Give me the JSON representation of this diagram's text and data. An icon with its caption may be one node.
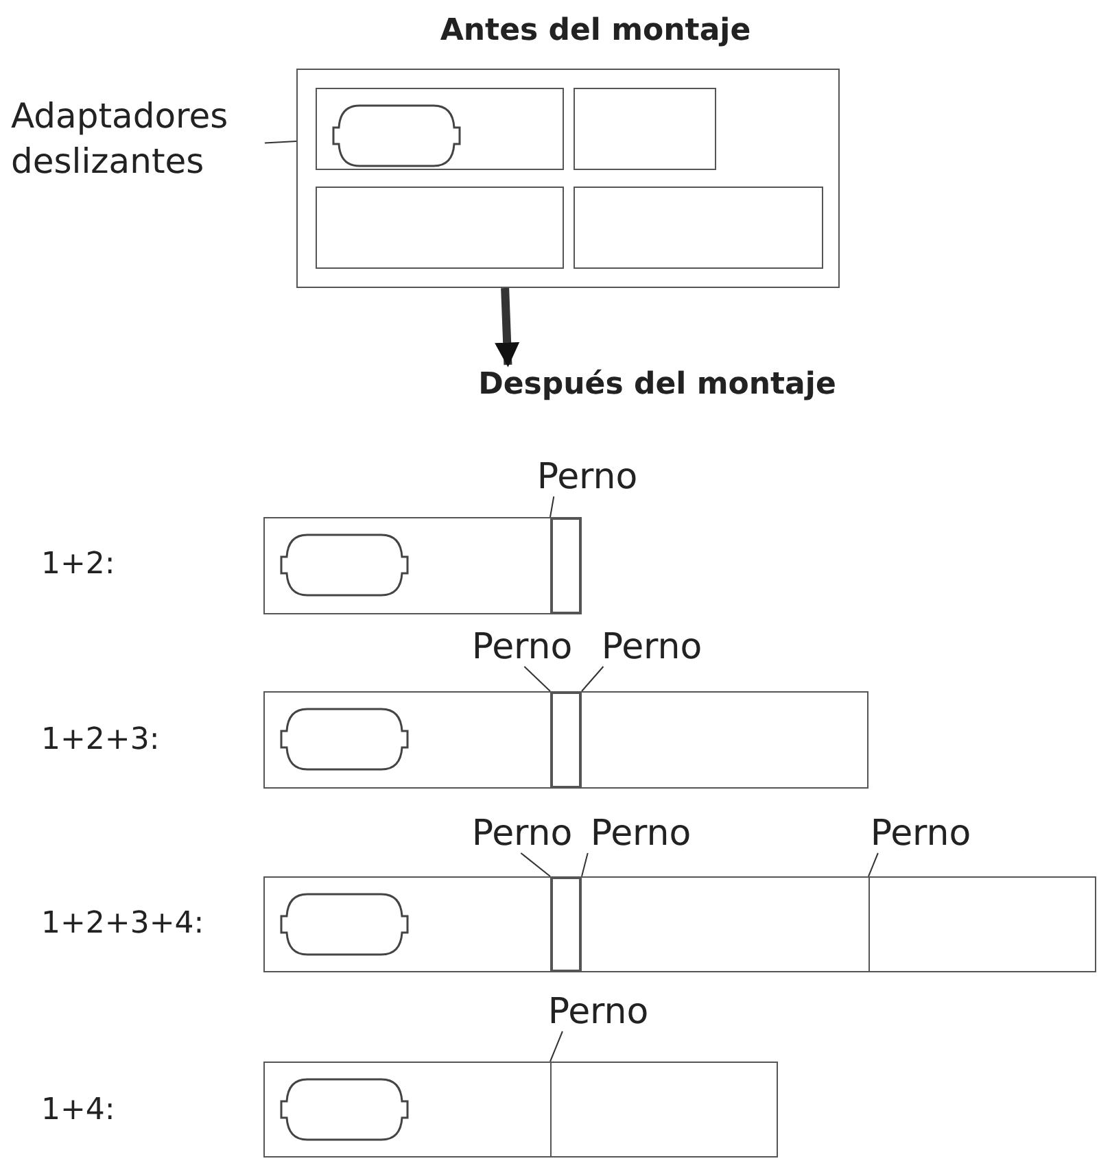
{
  "diagram": {
    "nodes": [
      {
        "text": [
          "Adaptadores deslizantes"
        ]
      },
      {
        "text": [
          "Antes del montaje"
        ]
      },
      {
        "text": [],
        "shape": "box",
        "in": 1
      },
      {
        "text": [],
        "shape": "box",
        "in": 1
      },
      {
        "text": [],
        "shape": "box",
        "in": 1
      },
      {
        "text": [],
        "shape": "box",
        "in": 1
      },
      {
        "text": [
          "Después del montaje"
        ]
      },
      {
        "text": [
          "Perno"
        ]
      },
      {
        "text": [],
        "shape": "box"
      },
      {
        "text": [],
        "shape": "box"
      },
      {
        "text": [
          "Perno"
        ]
      },
      {
        "text": [
          "Perno"
        ]
      },
      {
        "text": [],
        "shape": "box"
      },
      {
        "text": [],
        "shape": "box"
      },
      {
        "text": [],
        "shape": "box"
      },
      {
        "text": [
          "Perno"
        ]
      },
      {
        "text": [
          "Perno"
        ]
      },
      {
        "text": [
          "Perno"
        ]
      },
      {
        "text": [],
        "shape": "box"
      },
      {
        "text": [],
        "shape": "box"
      },
      {
        "text": [],
        "shape": "box"
      },
      {
        "text": [],
        "shape": "box"
      },
      {
        "text": [
          "Perno"
        ]
      },
      {
        "text": [],
        "shape": "box"
      },
      {
        "text": [],
        "shape": "box"
      }
    ],
    "edges": [
      {
        "from": 0,
        "to": 1,
        "arrow": "none"
      },
      {
        "from": 1,
        "to": 6,
        "arrow": "to",
        "style": "thick"
      },
      {
        "from": 7,
        "to": 9,
        "arrow": "none"
      },
      {
        "from": 10,
        "to": 13,
        "arrow": "none"
      },
      {
        "from": 11,
        "to": 13,
        "arrow": "none"
      },
      {
        "from": 15,
        "to": 19,
        "arrow": "none"
      },
      {
        "from": 16,
        "to": 19,
        "arrow": "none"
      },
      {
        "from": 17,
        "to": 21,
        "arrow": "none"
      },
      {
        "from": 22,
        "to": 24,
        "arrow": "none"
      }
    ],
    "labels": [
      "1+2:",
      "1+2+3:",
      "1+2+3+4:",
      "1+4:"
    ]
  }
}
